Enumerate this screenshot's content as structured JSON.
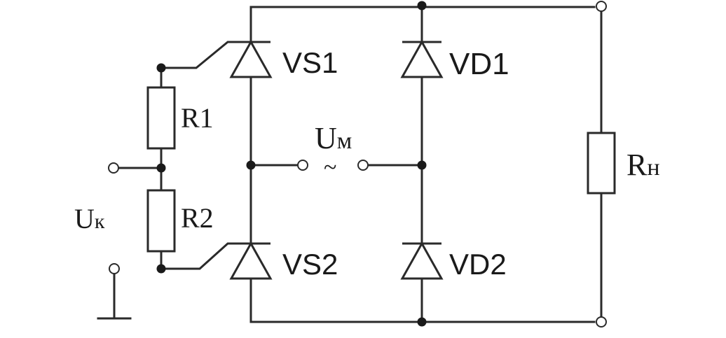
{
  "labels": {
    "vs1": "VS1",
    "vs2": "VS2",
    "vd1": "VD1",
    "vd2": "VD2",
    "r1": "R1",
    "r2": "R2",
    "rn_main": "R",
    "rn_sub": "н",
    "um_main": "U",
    "um_sub": "м",
    "uk_main": "U",
    "uk_sub": "к",
    "tilde": "~"
  }
}
